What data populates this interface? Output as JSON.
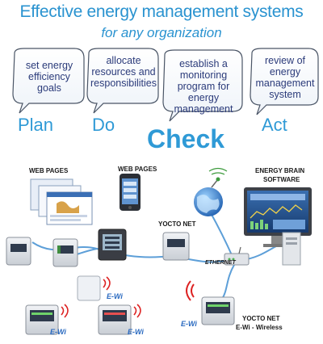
{
  "header": {
    "title": "Effective energy management systems",
    "subtitle": "for any organization"
  },
  "cycle": {
    "bubbles": [
      {
        "lines": [
          "set energy",
          "efficiency",
          "goals"
        ]
      },
      {
        "lines": [
          "allocate",
          "resources and",
          "responsibilities"
        ]
      },
      {
        "lines": [
          "establish a",
          "monitoring",
          "program for energy",
          "management"
        ]
      },
      {
        "lines": [
          "review of",
          "energy",
          "management",
          "system"
        ]
      }
    ],
    "phases": [
      "Plan",
      "Do",
      "Check",
      "Act"
    ]
  },
  "network": {
    "labels": {
      "web_pages_left": "WEB PAGES",
      "web_pages_mid": "WEB PAGES",
      "yocto_net_mid": "YOCTO NET",
      "energy_brain_1": "ENERGY  BRAIN",
      "energy_brain_2": "SOFTWARE",
      "ethernet": "ETHERNET",
      "yocto_net_bottom": "YOCTO NET",
      "ewi_wireless": "E-Wi - Wireless",
      "ewi_tag": "E-Wi"
    },
    "colors": {
      "accent": "#2a93d0",
      "cable": "#5d9fd8",
      "device": "#d9dde2"
    }
  }
}
